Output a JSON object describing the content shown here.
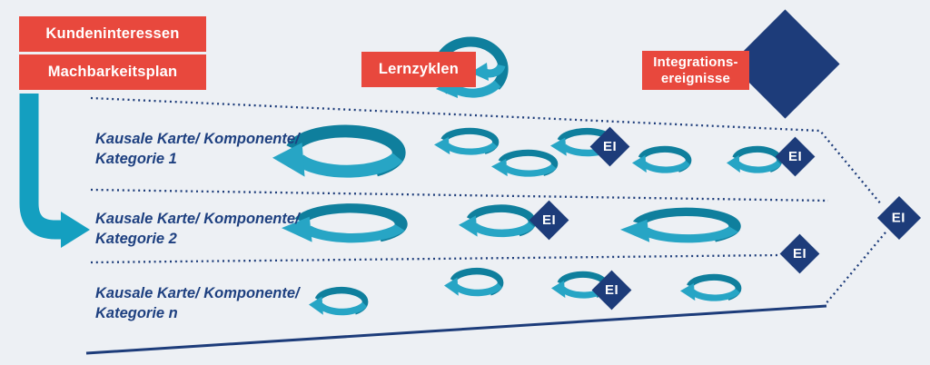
{
  "labels": {
    "kundeninteressen": "Kundeninteressen",
    "machbarkeitsplan": "Machbarkeitsplan",
    "lernzyklen": "Lernzyklen",
    "integrationsereignisse_line1": "Integrations-",
    "integrationsereignisse_line2": "ereignisse",
    "ei": "EI"
  },
  "rows": [
    {
      "line1": "Kausale Karte/ Komponente/",
      "line2": "Kategorie 1"
    },
    {
      "line1": "Kausale Karte/ Komponente/",
      "line2": "Kategorie 2"
    },
    {
      "line1": "Kausale Karte/ Komponente/",
      "line2": "Kategorie n"
    }
  ],
  "colors": {
    "background": "#edf0f4",
    "red": "#e8483d",
    "navy": "#1d3c7a",
    "teal_dark": "#0f7f9d",
    "teal_light": "#27a5c5",
    "teal_mid": "#149fc0",
    "text_navy": "#1e4080"
  }
}
